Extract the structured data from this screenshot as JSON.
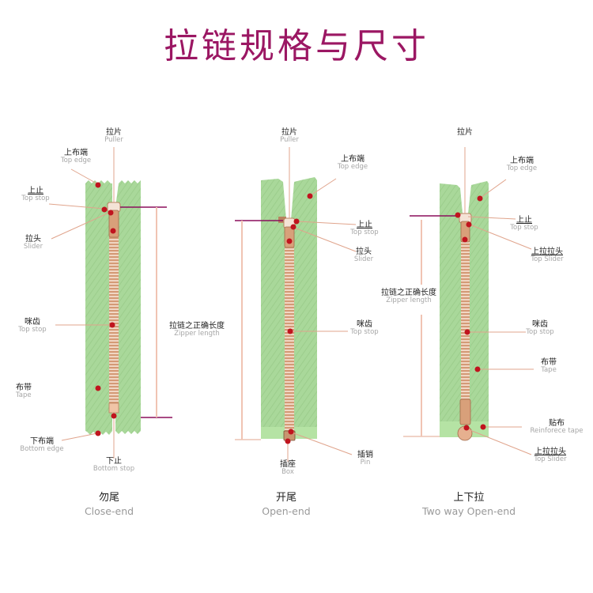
{
  "title": "拉链规格与尺寸",
  "colors": {
    "title": "#9b1763",
    "tape": "#a9d89a",
    "tape_dark": "#93c984",
    "teeth": "#d9a27f",
    "marker_dot": "#c0141e",
    "leader_line": "#e0a48c",
    "dimension_bar": "#8b0f5c",
    "dimension_line": "#f0c4b3"
  },
  "zippers": [
    {
      "type_zh": "勿尾",
      "type_en": "Close-end",
      "labels": {
        "puller": {
          "zh": "拉片",
          "en": "Puller"
        },
        "top_edge": {
          "zh": "上布端",
          "en": "Top edge"
        },
        "top_stop": {
          "zh": "上止",
          "en": "Top stop"
        },
        "slider": {
          "zh": "拉头",
          "en": "Slider"
        },
        "teeth": {
          "zh": "咪齿",
          "en": "Top stop"
        },
        "tape": {
          "zh": "布带",
          "en": "Tape"
        },
        "bottom_edge": {
          "zh": "下布端",
          "en": "Bottom edge"
        },
        "bottom_stop": {
          "zh": "下止",
          "en": "Bottom stop"
        },
        "length": {
          "zh": "拉链之正确长度",
          "en": "Zipper length"
        }
      }
    },
    {
      "type_zh": "开尾",
      "type_en": "Open-end",
      "labels": {
        "puller": {
          "zh": "拉片",
          "en": "Puller"
        },
        "top_edge": {
          "zh": "上布端",
          "en": "Top edge"
        },
        "top_stop": {
          "zh": "上止",
          "en": "Top stop"
        },
        "slider": {
          "zh": "拉头",
          "en": "Slider"
        },
        "teeth": {
          "zh": "咪齿",
          "en": "Top stop"
        },
        "pin": {
          "zh": "插销",
          "en": "Pin"
        },
        "box": {
          "zh": "插座",
          "en": "Box"
        }
      }
    },
    {
      "type_zh": "上下拉",
      "type_en": "Two way Open-end",
      "labels": {
        "puller": {
          "zh": "拉片"
        },
        "top_edge": {
          "zh": "上布端",
          "en": "Top edge"
        },
        "top_stop": {
          "zh": "上止",
          "en": "Top stop"
        },
        "top_slider": {
          "zh": "上拉拉头",
          "en": "Top Slider"
        },
        "teeth": {
          "zh": "咪齿",
          "en": "Top stop"
        },
        "tape": {
          "zh": "布带",
          "en": "Tape"
        },
        "reinforce": {
          "zh": "贴布",
          "en": "Reinforece tape"
        },
        "bottom_slider": {
          "zh": "上拉拉头",
          "en": "Top Slider"
        },
        "length": {
          "zh": "拉链之正确长度",
          "en": "Zipper length"
        }
      }
    }
  ]
}
